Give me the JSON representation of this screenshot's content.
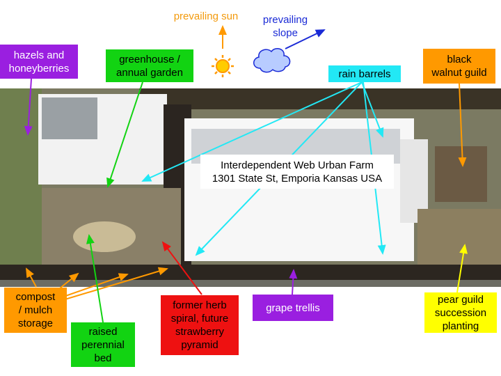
{
  "colors": {
    "purple": "#9a1fe0",
    "green": "#12d312",
    "orange": "#ff9900",
    "cyan": "#22e8f5",
    "red": "#ee1111",
    "yellow": "#ffff00",
    "blue": "#1a2ad6",
    "sun_text": "#f39a0c"
  },
  "icons": {
    "sun": "sun-icon",
    "cloud": "cloud-icon",
    "arrows": "arrow-icon"
  },
  "labels": {
    "prevailing_sun": "prevailing sun",
    "prevailing_slope": "prevailing\nslope",
    "hazels": "hazels and\nhoneyberries",
    "greenhouse": "greenhouse /\nannual garden",
    "rain_barrels": "rain barrels",
    "black_walnut": "black\nwalnut guild",
    "title": "Interdependent Web Urban Farm\n1301 State St, Emporia Kansas USA",
    "compost": "compost\n/ mulch\nstorage",
    "raised_bed": "raised\nperennial\nbed",
    "herb_spiral": "former herb\nspiral, future\nstrawberry\npyramid",
    "grape_trellis": "grape trellis",
    "pear_guild": "pear guild\nsuccession\nplanting"
  }
}
